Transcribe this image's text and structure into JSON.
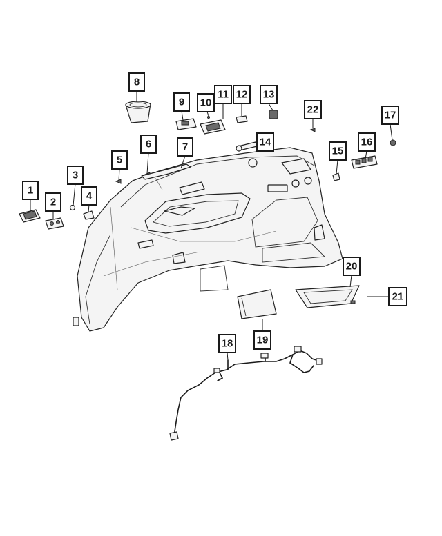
{
  "callouts": [
    {
      "id": "c1",
      "label": "1"
    },
    {
      "id": "c2",
      "label": "2"
    },
    {
      "id": "c3",
      "label": "3"
    },
    {
      "id": "c4",
      "label": "4"
    },
    {
      "id": "c5",
      "label": "5"
    },
    {
      "id": "c6",
      "label": "6"
    },
    {
      "id": "c7",
      "label": "7"
    },
    {
      "id": "c8",
      "label": "8"
    },
    {
      "id": "c9",
      "label": "9"
    },
    {
      "id": "c10",
      "label": "10"
    },
    {
      "id": "c11",
      "label": "11"
    },
    {
      "id": "c12",
      "label": "12"
    },
    {
      "id": "c13",
      "label": "13"
    },
    {
      "id": "c14",
      "label": "14"
    },
    {
      "id": "c15",
      "label": "15"
    },
    {
      "id": "c16",
      "label": "16"
    },
    {
      "id": "c17",
      "label": "17"
    },
    {
      "id": "c18",
      "label": "18"
    },
    {
      "id": "c19",
      "label": "19"
    },
    {
      "id": "c20",
      "label": "20"
    },
    {
      "id": "c21",
      "label": "21"
    },
    {
      "id": "c22",
      "label": "22"
    }
  ],
  "colors": {
    "line": "#1a1a1a",
    "panel_fill": "#f4f4f4",
    "dark_part": "#6a6a6a"
  }
}
